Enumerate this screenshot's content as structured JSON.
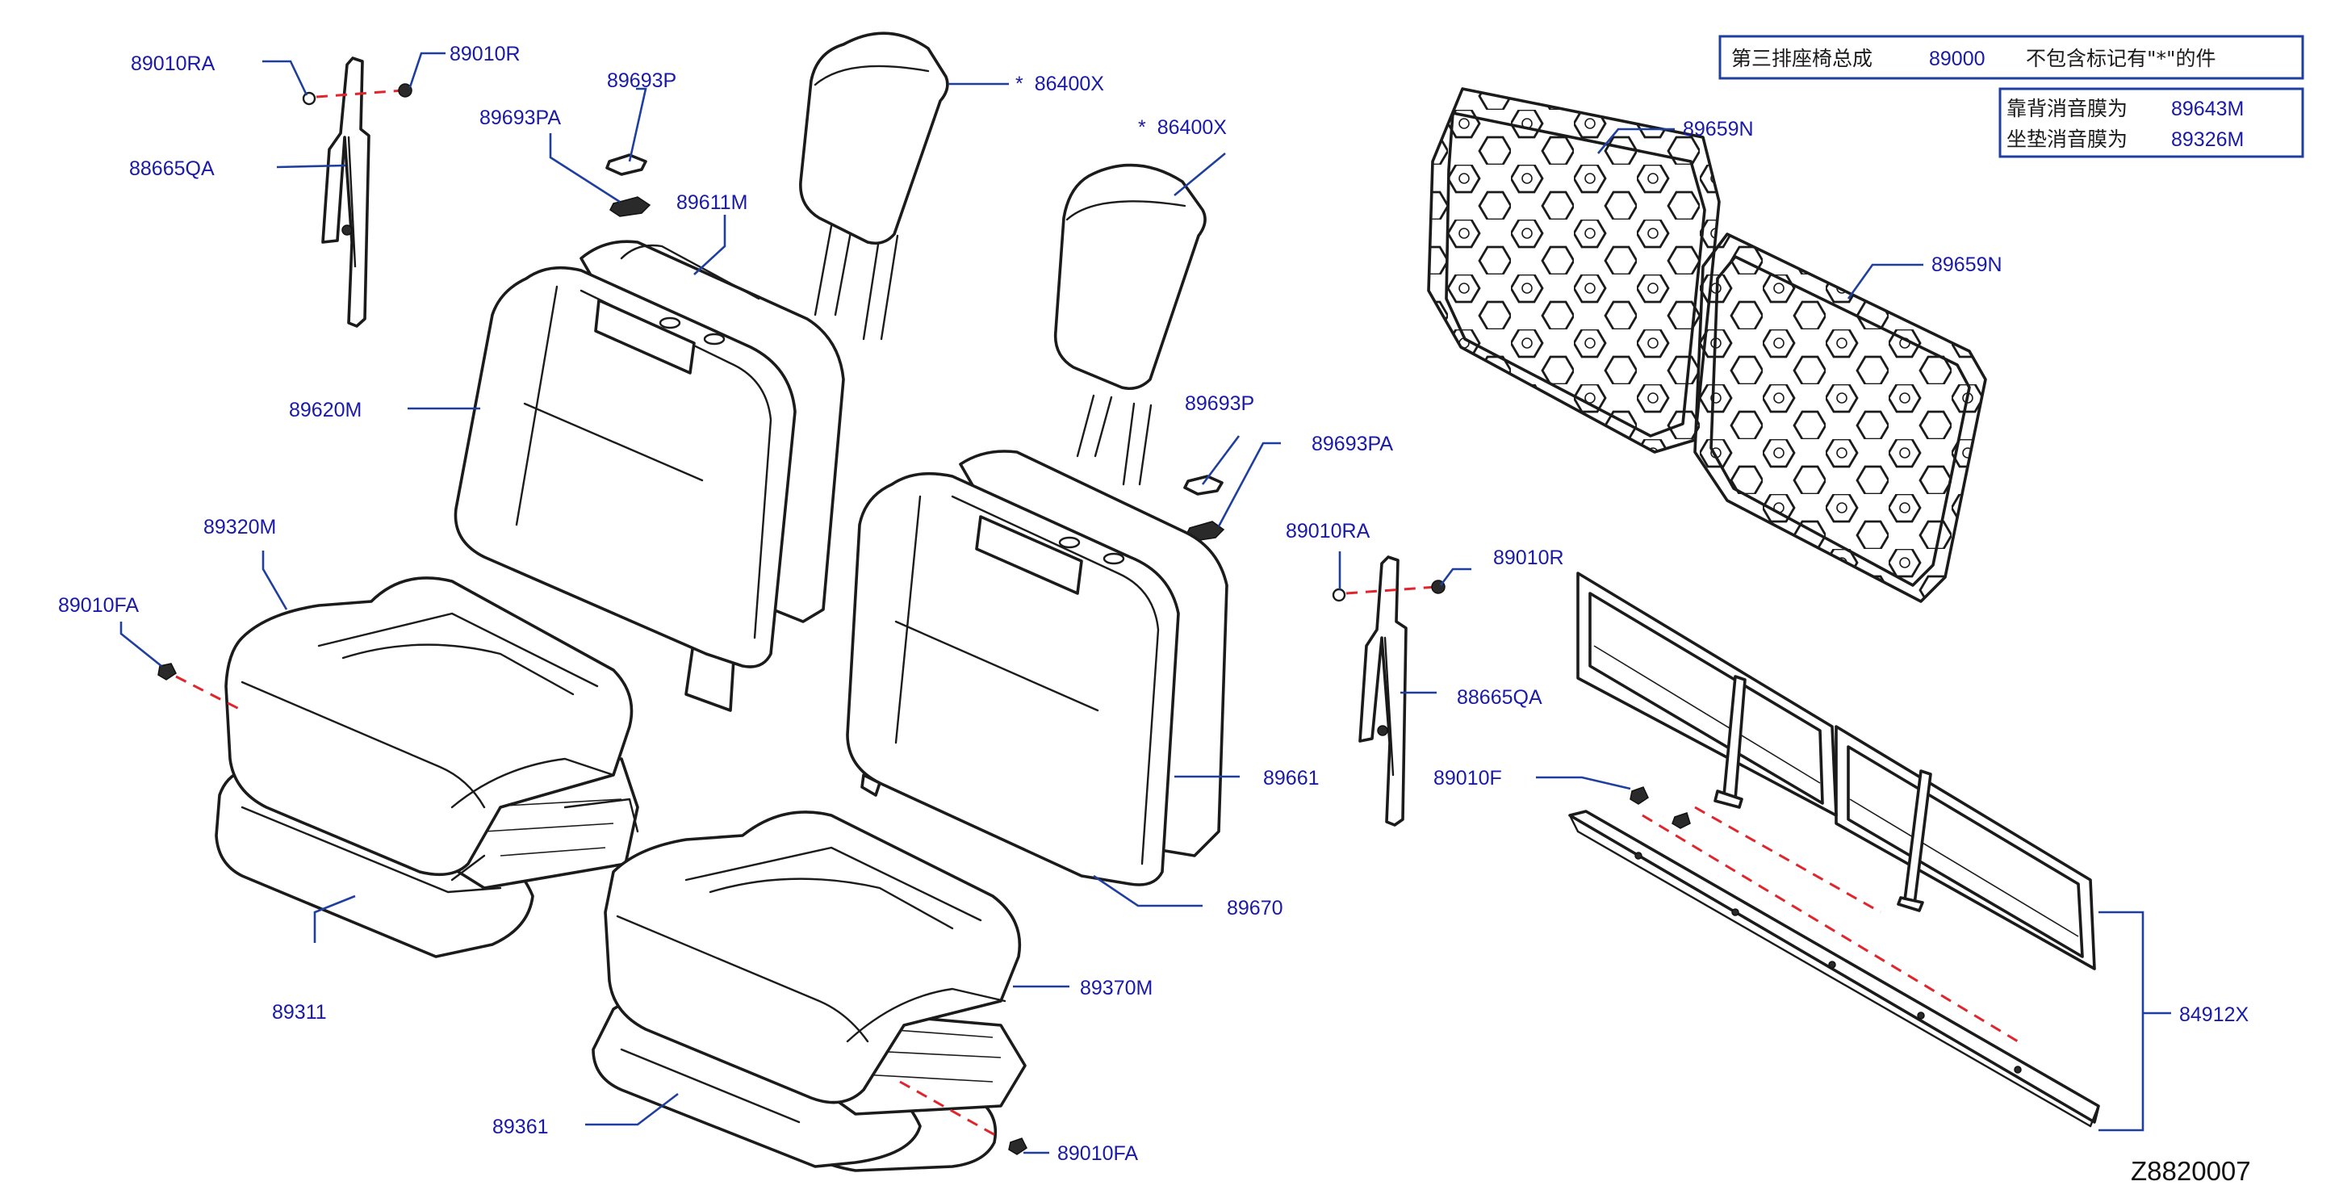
{
  "diagram_id": "Z8820007",
  "legend": {
    "assembly_text": "第三排座椅总成",
    "assembly_no": "89000",
    "exclusion_text": "不包含标记有\"*\"的件",
    "rows": [
      {
        "text": "靠背消音膜为",
        "part": "89643M"
      },
      {
        "text": "坐垫消音膜为",
        "part": "89326M"
      }
    ]
  },
  "callouts": {
    "p89010RA_left": "89010RA",
    "p89010R_left": "89010R",
    "p88665QA_left": "88665QA",
    "p89693P_left": "89693P",
    "p89693PA_left": "89693PA",
    "p89611M": "89611M",
    "p86400X_left": "86400X",
    "p86400X_right": "86400X",
    "p89620M": "89620M",
    "p89320M": "89320M",
    "p89010FA_left": "89010FA",
    "p89311": "89311",
    "p89693P_right": "89693P",
    "p89693PA_right": "89693PA",
    "p89010RA_right": "89010RA",
    "p89010R_right": "89010R",
    "p88665QA_right": "88665QA",
    "p89661": "89661",
    "p89010F": "89010F",
    "p89670": "89670",
    "p89370M": "89370M",
    "p89361": "89361",
    "p89010FA_right": "89010FA",
    "p89659N_top": "89659N",
    "p89659N_bottom": "89659N",
    "p84912X": "84912X"
  },
  "not_included_marker": "*",
  "colors": {
    "label_blue": "#1a1aa8",
    "leader_blue": "#1f3fa0",
    "dash_red": "#e0262c",
    "ink": "#1b1b1b"
  }
}
